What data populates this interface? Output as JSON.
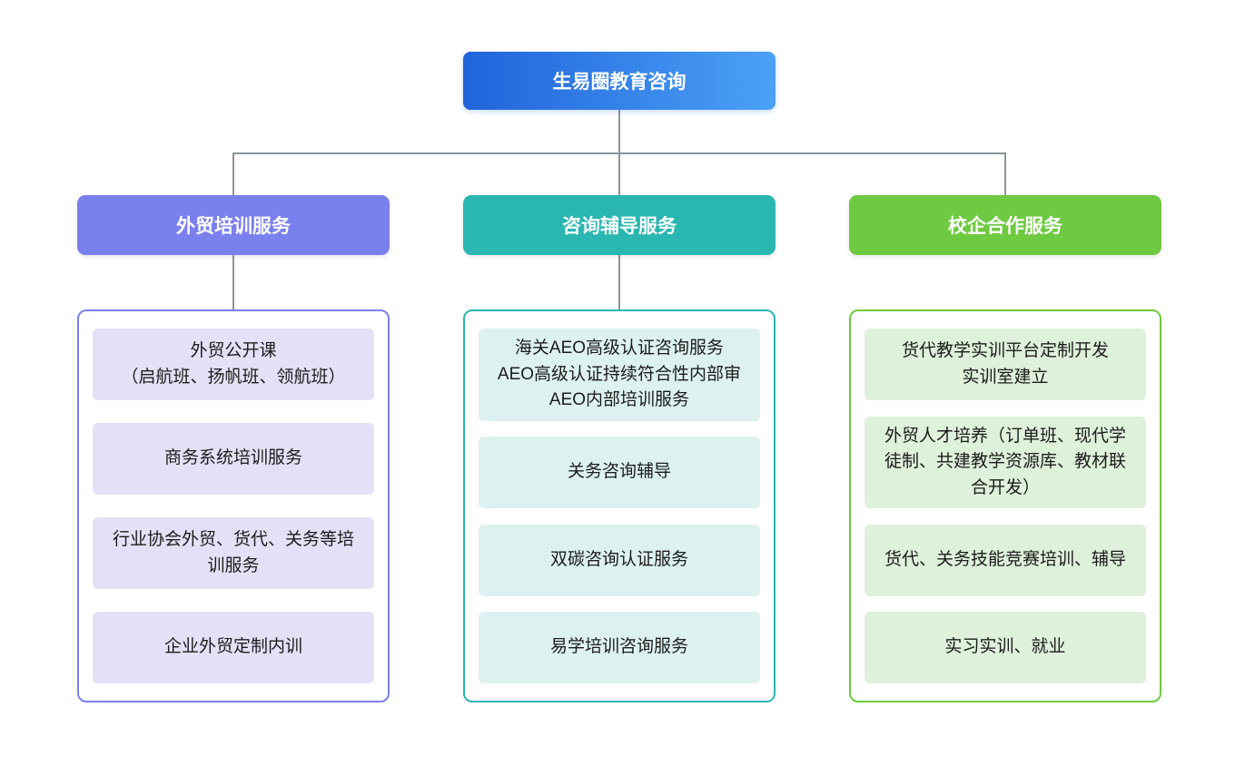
{
  "title": {
    "label": "生易圈教育咨询"
  },
  "colors": {
    "title_gradient_from": "#2063db",
    "title_gradient_to": "#4ba1f6",
    "branch_purple": "#7b80ef",
    "branch_teal": "#2ab7b1",
    "branch_green": "#6eca41",
    "item_purple_bg": "#e4e1f6",
    "item_teal_bg": "#ddf1f1",
    "item_green_bg": "#def1da",
    "connector": "#8d959c"
  },
  "branches": [
    {
      "label": "外贸培训服务",
      "items": [
        "外贸公开课\n（启航班、扬帆班、领航班）",
        "商务系统培训服务",
        "行业协会外贸、货代、关务等培训服务",
        "企业外贸定制内训"
      ]
    },
    {
      "label": "咨询辅导服务",
      "items": [
        "海关AEO高级认证咨询服务\nAEO高级认证持续符合性内部审\nAEO内部培训服务",
        "关务咨询辅导",
        "双碳咨询认证服务",
        "易学培训咨询服务"
      ]
    },
    {
      "label": "校企合作服务",
      "items": [
        "货代教学实训平台定制开发\n实训室建立",
        "外贸人才培养（订单班、现代学徒制、共建教学资源库、教材联合开发）",
        "货代、关务技能竞赛培训、辅导",
        "实习实训、就业"
      ]
    }
  ]
}
